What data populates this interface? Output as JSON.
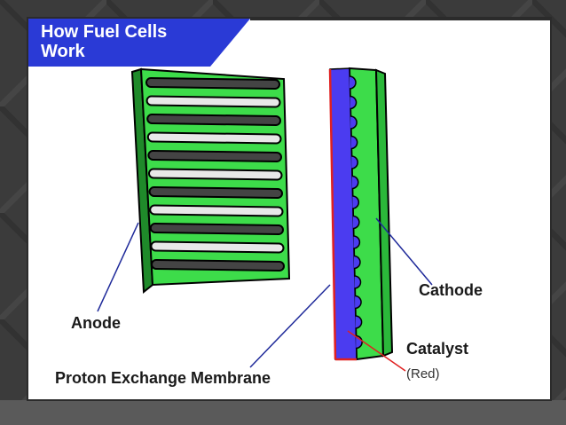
{
  "title": "How Fuel Cells\nWork",
  "labels": {
    "anode": "Anode",
    "cathode": "Cathode",
    "catalyst": "Catalyst",
    "catalyst_note": "(Red)",
    "membrane": "Proton Exchange Membrane"
  },
  "colors": {
    "banner": "#2a3ad6",
    "anode_green": "#3ddc4a",
    "membrane_blue": "#4b3cf0",
    "catalyst_red": "#e02020",
    "leader_blue": "#1f2a9a"
  }
}
